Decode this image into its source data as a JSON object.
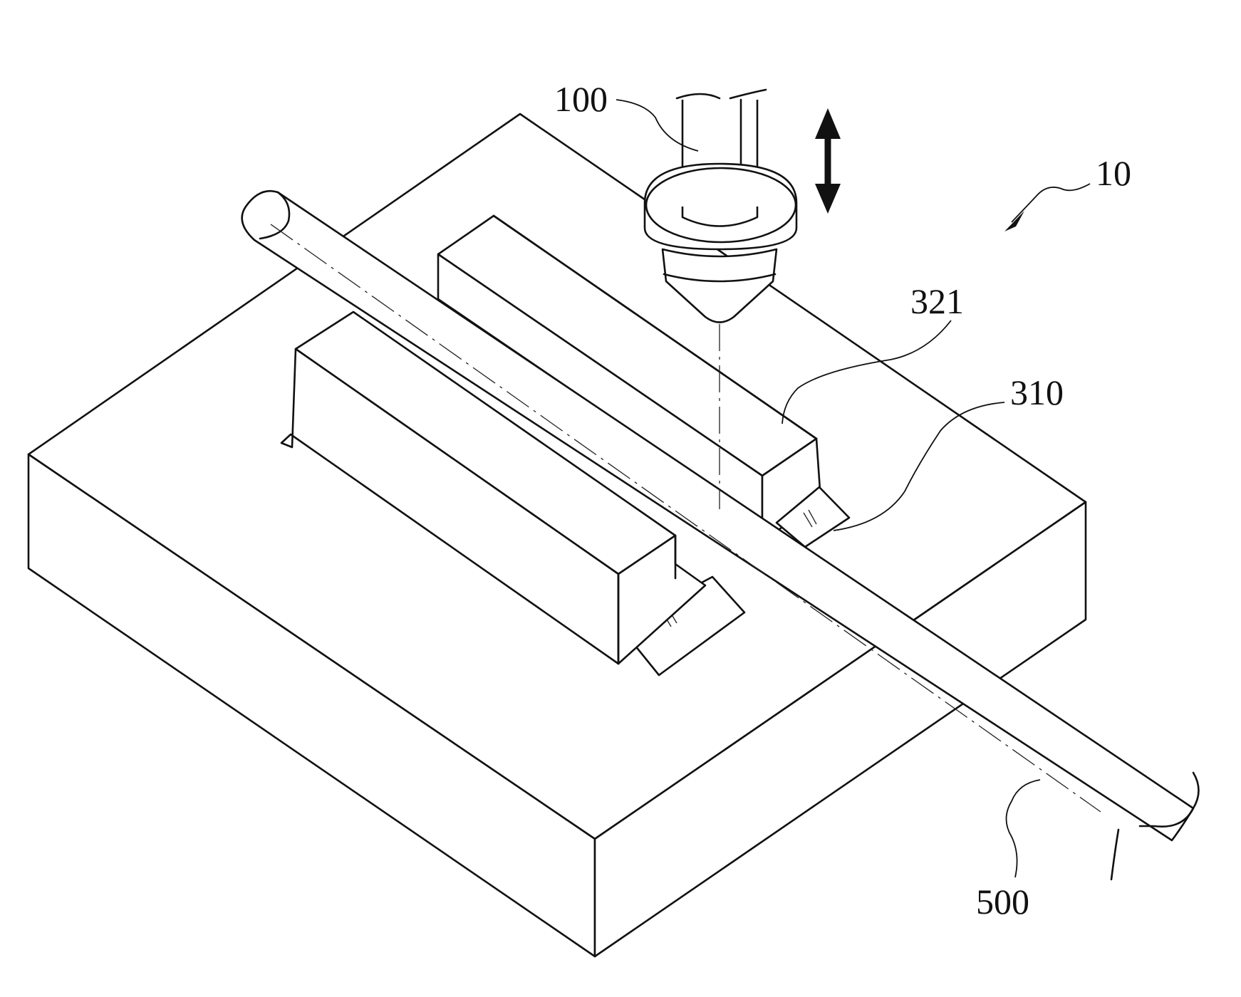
{
  "labels": {
    "ref_10": "10",
    "ref_100": "100",
    "ref_321": "321",
    "ref_310": "310",
    "ref_500": "500"
  },
  "icons": {
    "motion_arrow": "double-headed-vertical-arrow-icon",
    "assembly_pointer": "arrow-icon"
  }
}
